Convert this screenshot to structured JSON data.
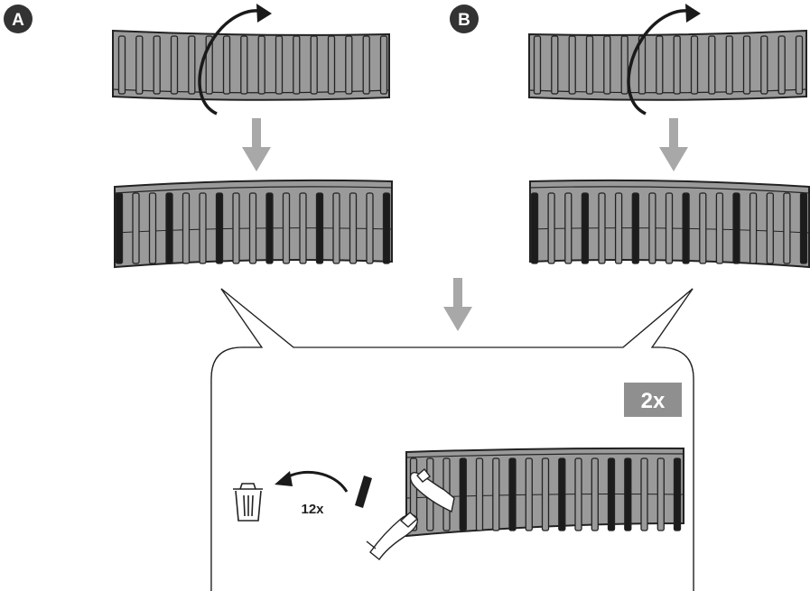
{
  "markers": {
    "a": "A",
    "b": "B"
  },
  "badge": {
    "text": "2x"
  },
  "removal": {
    "count_text": "12x"
  },
  "icons": {
    "rotate": "rotate-arrow-icon",
    "flow": "down-arrow-icon",
    "trash": "trash-can-icon",
    "hands": "hands-icon"
  },
  "colors": {
    "panel_fill": "#9a9a9a",
    "panel_outline": "#222222",
    "slat_dark": "#1c1c1c",
    "flow_arrow": "#a8a8a8",
    "badge_bg": "#8f8f8f",
    "marker_bg": "#333333"
  }
}
